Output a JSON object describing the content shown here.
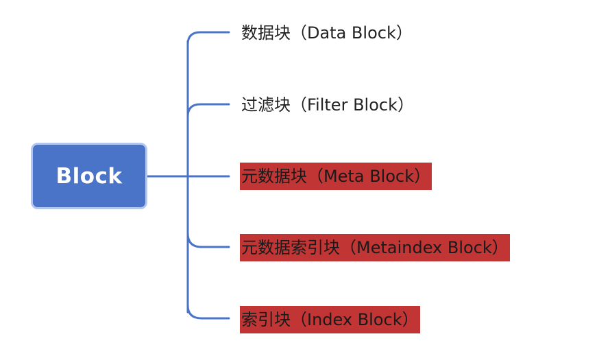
{
  "root": {
    "label": "Block"
  },
  "branches": [
    {
      "label": "数据块（Data Block）",
      "highlighted": false
    },
    {
      "label": "过滤块（Filter Block）",
      "highlighted": false
    },
    {
      "label": "元数据块（Meta Block）",
      "highlighted": true
    },
    {
      "label": "元数据索引块（Metaindex Block）",
      "highlighted": true
    },
    {
      "label": "索引块（Index Block）",
      "highlighted": true
    }
  ],
  "colors": {
    "connector": "#4a74c7",
    "root_fill": "#4a74c7",
    "root_border": "#b3c6ef",
    "highlight": "#c13535"
  }
}
